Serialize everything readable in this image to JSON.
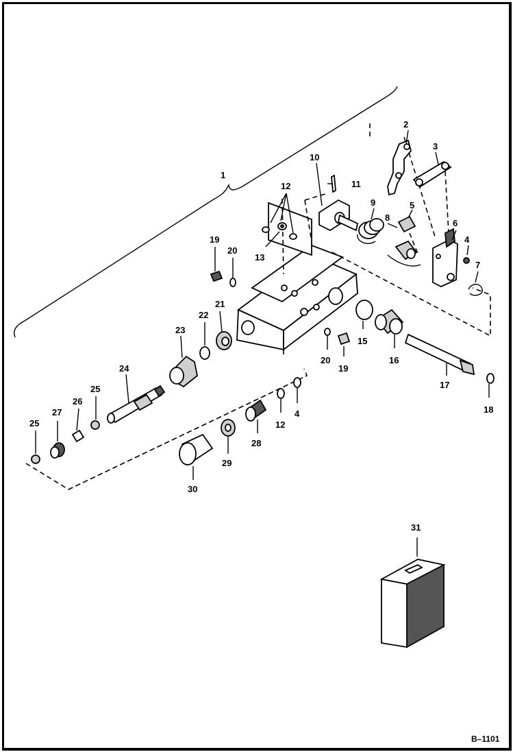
{
  "figure": {
    "reference": "B–1101",
    "callouts": {
      "c1": "1",
      "c2": "2",
      "c3": "3",
      "c4a": "4",
      "c4b": "4",
      "c5": "5",
      "c6": "6",
      "c7": "7",
      "c8": "8",
      "c9": "9",
      "c10": "10",
      "c11": "11",
      "c12a": "12",
      "c12b": "12",
      "c13": "13",
      "c15": "15",
      "c16": "16",
      "c17": "17",
      "c18": "18",
      "c19a": "19",
      "c19b": "19",
      "c20a": "20",
      "c20b": "20",
      "c21": "21",
      "c22": "22",
      "c23": "23",
      "c24": "24",
      "c25a": "25",
      "c25b": "25",
      "c26": "26",
      "c27": "27",
      "c28": "28",
      "c29": "29",
      "c30": "30",
      "c31": "31"
    }
  }
}
